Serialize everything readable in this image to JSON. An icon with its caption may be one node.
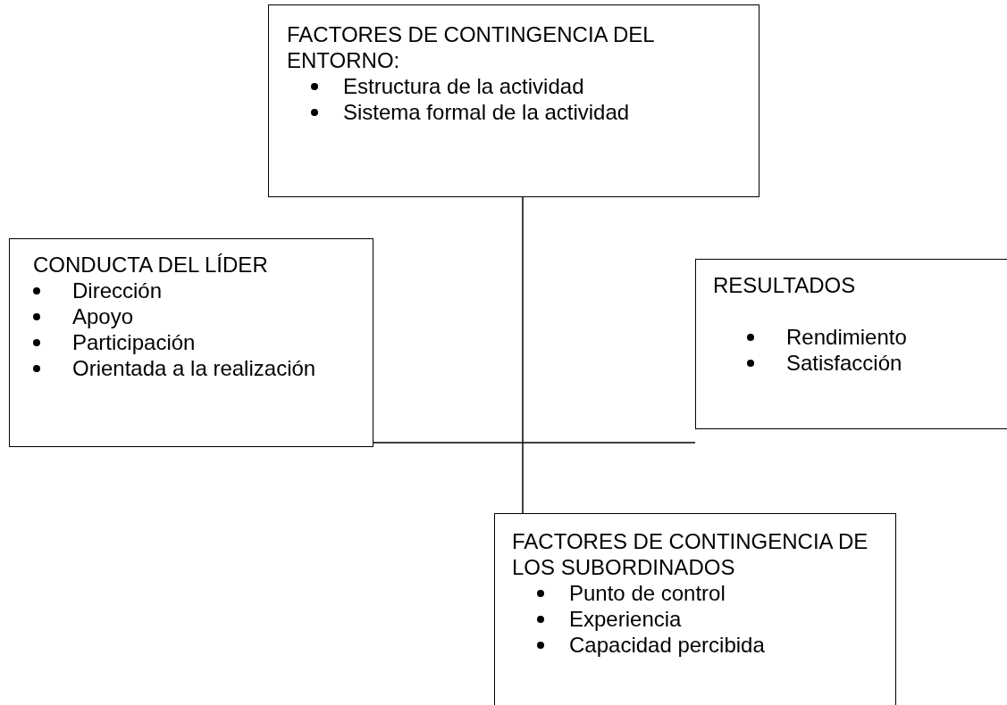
{
  "diagram": {
    "nodes": [
      {
        "text": [
          "FACTORES DE CONTINGENCIA DEL ENTORNO:",
          "Estructura de la actividad",
          "Sistema formal de la actividad"
        ]
      },
      {
        "text": [
          "CONDUCTA DEL LÍDER",
          "Dirección",
          "Apoyo",
          "Participación",
          "Orientada a la realización"
        ]
      },
      {
        "text": [
          "RESULTADOS",
          "Rendimiento",
          "Satisfacción"
        ]
      },
      {
        "text": [
          "FACTORES DE CONTINGENCIA DE LOS SUBORDINADOS",
          "Punto de control",
          "Experiencia",
          "Capacidad percibida"
        ]
      }
    ],
    "edges": [
      {
        "from": 0,
        "to": 3,
        "arrow": "none"
      },
      {
        "from": 1,
        "to": 2,
        "arrow": "none"
      }
    ]
  }
}
